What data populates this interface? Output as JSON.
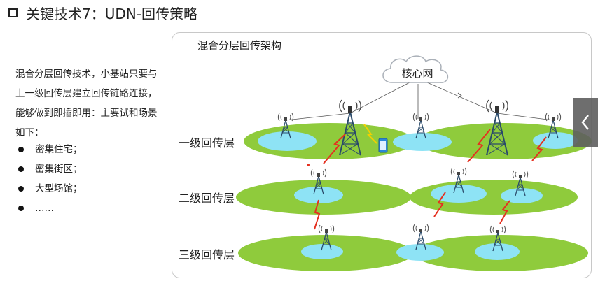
{
  "slide": {
    "title": "关键技术7：UDN-回传策略",
    "intro_text": "混合分层回传技术，小基站只要与上一级回传层建立回传链路连接，能够做到即插即用：主要试和场景如下：",
    "bullets": [
      "密集住宅；",
      "密集街区；",
      "大型场馆；",
      "……"
    ]
  },
  "diagram": {
    "title": "混合分层回传架构",
    "core_network": "核心网",
    "layers": [
      "一级回传层",
      "二级回传层",
      "三级回传层"
    ]
  },
  "colors": {
    "ellipse_green": "#8fcb3c",
    "cell_blue": "#8ee3f5",
    "wireless_red": "#e53020",
    "tower_dark": "#2a4a6a"
  }
}
